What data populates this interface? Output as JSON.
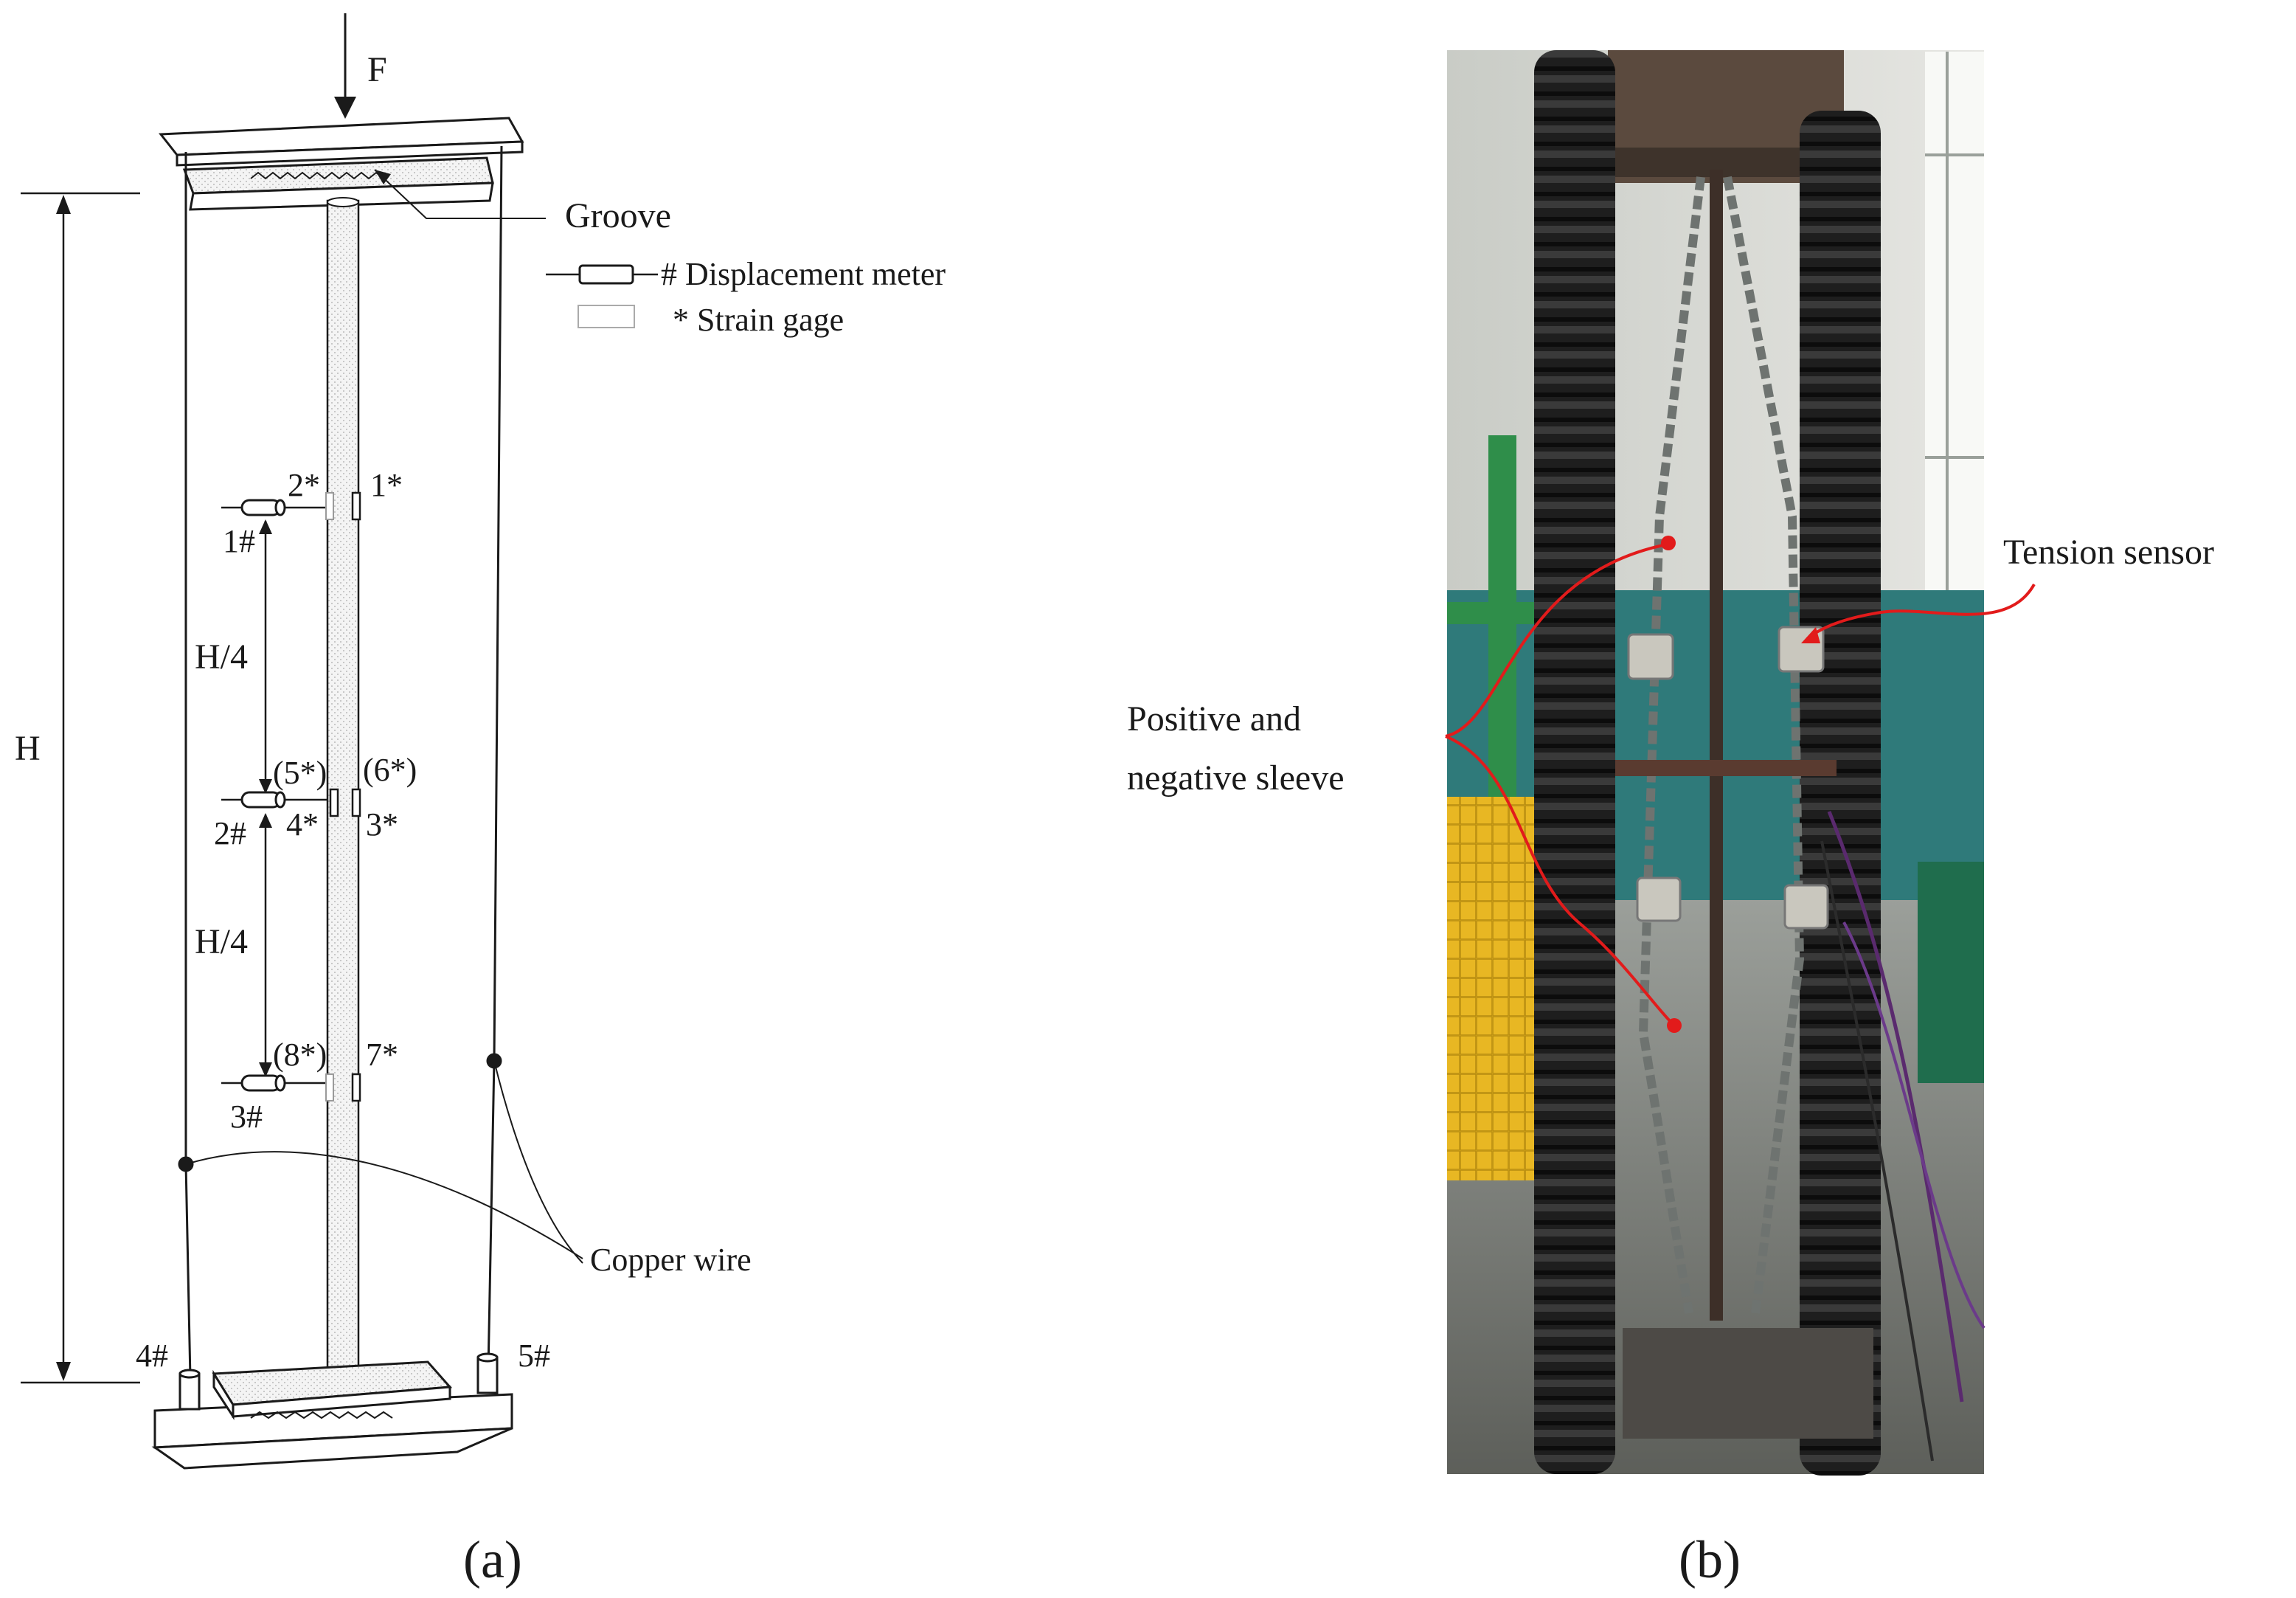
{
  "panel_a": {
    "caption": "(a)",
    "load_label": "F",
    "height_label": "H",
    "spacing_label_upper": "H/4",
    "spacing_label_lower": "H/4",
    "groove_label": "Groove",
    "copper_wire_label": "Copper wire",
    "legend": {
      "displacement_meter": "# Displacement meter",
      "strain_gage": "* Strain gage"
    },
    "displacement_meters": [
      "1#",
      "2#",
      "3#",
      "4#",
      "5#"
    ],
    "strain_gages": [
      "1*",
      "2*",
      "3*",
      "4*",
      "(5*)",
      "(6*)",
      "7*",
      "(8*)"
    ]
  },
  "panel_b": {
    "caption": "(b)",
    "tension_sensor_label": "Tension sensor",
    "sleeve_label_line1": "Positive and",
    "sleeve_label_line2": "negative sleeve"
  },
  "colors": {
    "line": "#1a1a1a",
    "annotation_red": "#e21b1b"
  }
}
